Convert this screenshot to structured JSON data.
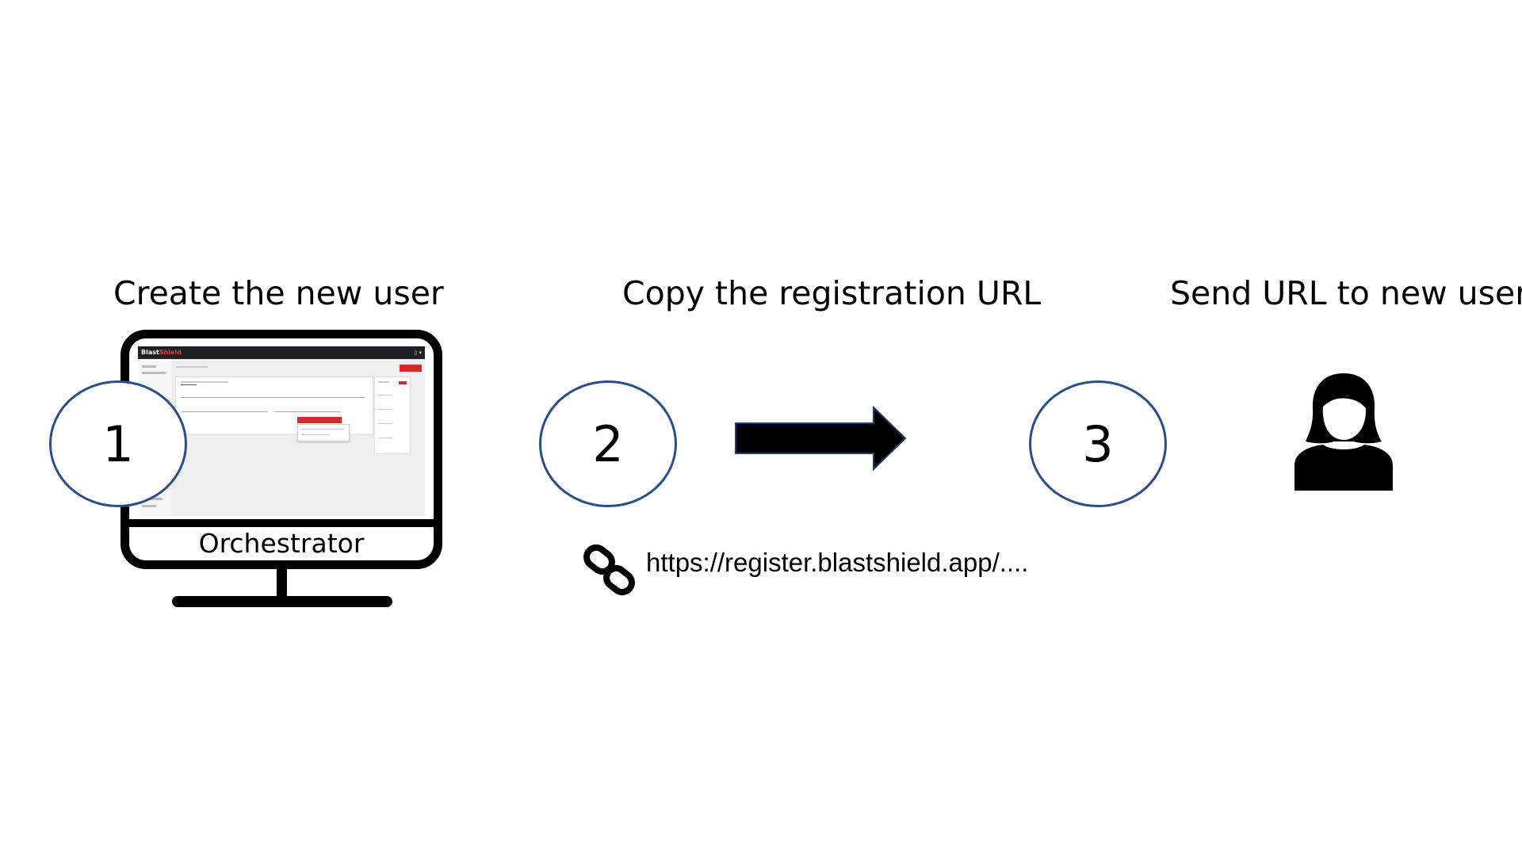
{
  "steps": [
    {
      "number": "1",
      "title": "Create the new user"
    },
    {
      "number": "2",
      "title": "Copy the registration URL"
    },
    {
      "number": "3",
      "title": "Send URL to new user"
    }
  ],
  "monitor": {
    "label": "Orchestrator",
    "screen_app": {
      "logo_part1": "Blast",
      "logo_part2": "Shield",
      "accent_color": "#d32a2a"
    }
  },
  "link": {
    "icon": "link-chain-icon",
    "url": "https://register.blastshield.app/...."
  },
  "arrow": {
    "icon": "right-arrow-icon",
    "color": "#000000"
  },
  "user": {
    "icon": "woman-user-icon"
  },
  "colors": {
    "circle_border": "#2b4d8a",
    "text": "#000000",
    "background": "#ffffff"
  }
}
